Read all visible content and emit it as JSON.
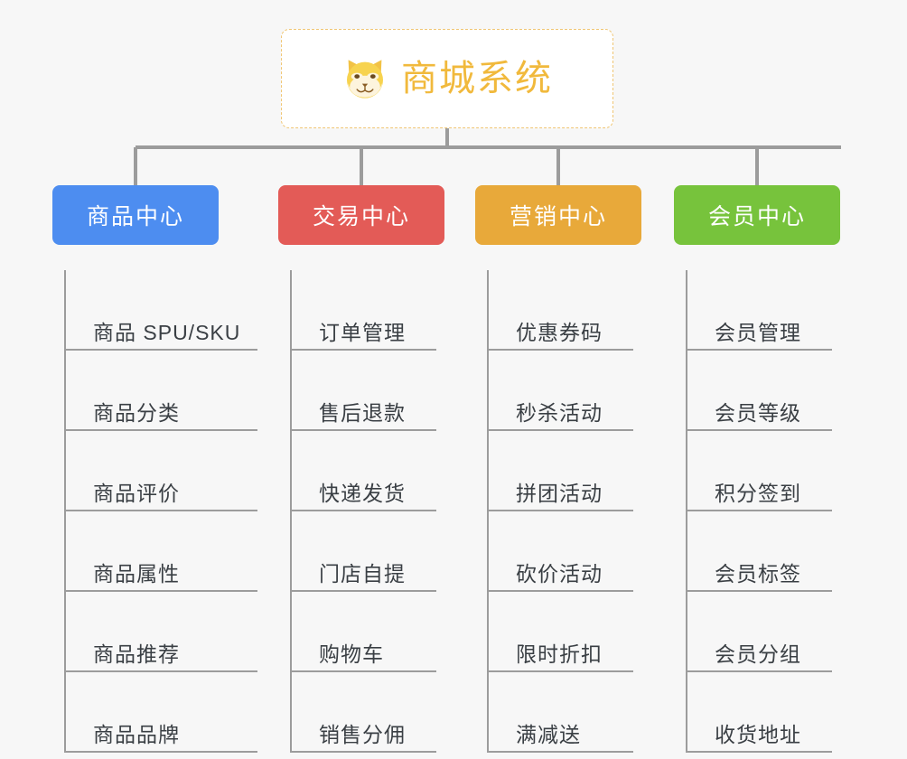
{
  "diagram": {
    "title": "商城系统",
    "root_icon": "shiba-inu-dog-icon",
    "accent_color": "#f1b93c",
    "background_color": "#f7f7f7",
    "connector_color": "#9c9c9c",
    "branches": [
      {
        "label": "商品中心",
        "color": "#4d8df0",
        "items": [
          "商品 SPU/SKU",
          "商品分类",
          "商品评价",
          "商品属性",
          "商品推荐",
          "商品品牌"
        ]
      },
      {
        "label": "交易中心",
        "color": "#e35b57",
        "items": [
          "订单管理",
          "售后退款",
          "快递发货",
          "门店自提",
          "购物车",
          "销售分佣"
        ]
      },
      {
        "label": "营销中心",
        "color": "#e8a93a",
        "items": [
          "优惠券码",
          "秒杀活动",
          "拼团活动",
          "砍价活动",
          "限时折扣",
          "满减送"
        ]
      },
      {
        "label": "会员中心",
        "color": "#77c33c",
        "items": [
          "会员管理",
          "会员等级",
          "积分签到",
          "会员标签",
          "会员分组",
          "收货地址"
        ]
      }
    ]
  }
}
